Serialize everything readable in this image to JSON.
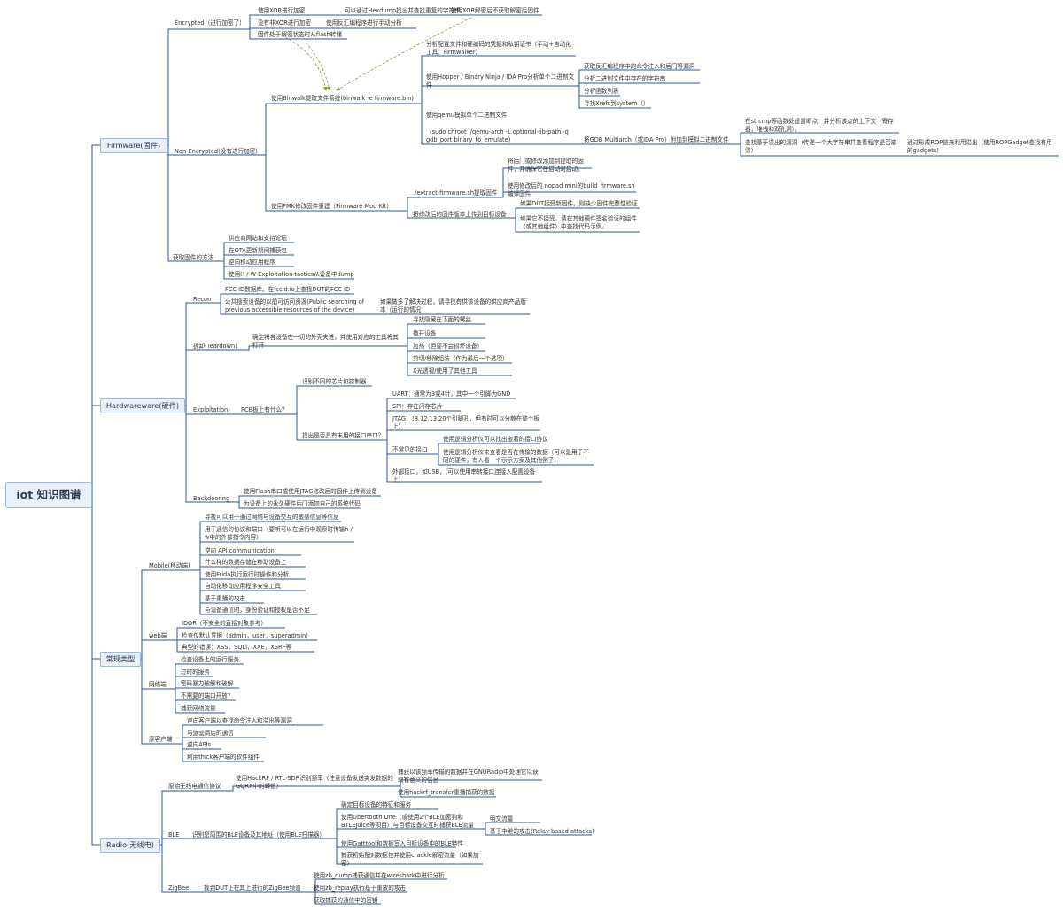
{
  "root": {
    "label": "iot  知识图谱"
  },
  "main_topics": {
    "firmware": "Firmware(固件)",
    "hardware": "Hardwareware(硬件)",
    "common": "常规类型",
    "radio": "Radio(无线电)"
  },
  "firmware": {
    "encrypted": "Encrypted（进行加密了）",
    "enc_xor": "使用XOR进行加密",
    "enc_xor_hexdump": "可以通过Hexdump找出并查找重复的字符串",
    "enc_xor_known": "使用XOR解密后不获取解密后固件",
    "enc_asym": "没有非XOR进行加密",
    "enc_asym_ida": "使用反汇编程序进行手动分析",
    "enc_flash": "固件处于解密状态时从flash转储",
    "non_encrypted": "Non-Encrypted(没有进行加密)",
    "binwalk": "使用Binwalk提取文件系统(binwalk -e firmware.bin)",
    "bw_config": "分析配置文件和硬编码的凭据和私钥证书（手动+自动化工具：Firmwalker）",
    "bw_hopper": "使用Hopper / Binary Ninja / IDA Pro分析单个二进制文件",
    "bw_hopper_1": "获取反汇编程序中的命令注入和后门等漏洞",
    "bw_hopper_2": "分析二进制文件中存在的字符串",
    "bw_hopper_3": "分析函数列表",
    "bw_hopper_4": "寻找Xrefs到system（）",
    "bw_qemu": "使用qemu模拟单个二进制文件",
    "bw_qemu_cmd": "（sudo chroot ./qemu-arch -L optional-lib-path -g gdb_port binary_to_emulate)",
    "bw_gdb": "将GDB Multiarch（或IDA Pro）附加到模拟二进制文件",
    "bw_gdb_1": "在strcmp等函数处设置断点，并分析该点的上下文（寄存器，堆栈和双孔洞）。",
    "bw_gdb_2": "查找基于溢出的漏洞（传递一个大字符串并查看程序是否崩溃）",
    "bw_gdb_rop": "通过形成ROP链来利用溢出（使用ROPGadget查找有用的gadgets）",
    "fmk": "使用FMK修改固件重建（Firmware Mod Kit）",
    "fmk_extract": "./extract-firmware.sh提取固件",
    "fmk_extract_1": "将后门或修改添加到提取的固件，并确保它在启动时启动。",
    "fmk_extract_2": "使用修改后的 nopad  mini的build_firmware.sh编译固件",
    "fmk_flash": "将修改后的固件版本上传到目标设备",
    "fmk_flash_1": "如果DUT接受新固件，则缺少固件完整性验证",
    "fmk_flash_2": "如果它不接受，请在其他硬件签名验证的组件（或其他组件）中查找代码示例。",
    "obtain": "获取固件的方法",
    "obtain_1": "供应商网站和支持论坛",
    "obtain_2": "在OTA更新期间捕获包",
    "obtain_3": "逆向移动应用程序",
    "obtain_4": "使用H / W Exploitation tactics从设备中dump"
  },
  "hardware": {
    "recon": "Recon",
    "recon_1": "FCC ID数据库。在fccid.io上查找DUT的FCC ID",
    "recon_2": "公共搜索设备的以前可访问资源(Public searching of previous accessible resources of the device)",
    "recon_2_note": "如果做多了解决过程，请寻找有供该设备的供应商产品版本（运行的情况",
    "teardown": "拆卸(Teardown)",
    "teardown_note": "确定将各设备在一切的外壳夹进，并使用对应的工具将其打开",
    "td_1": "寻找隐藏在下面的螺丝",
    "td_2": "撬开设备",
    "td_3": "加热（但要不会损坏设备）",
    "td_4": "剪切/移除组装（作为最后一个选项）",
    "td_5": "X光透视/使用了其他工具",
    "exploitation": "Exploitation",
    "pcb": "PCB板上有什么？",
    "pcb_1": "识别不同的芯片和控制器",
    "pcb_2": "找出是否具有未用的接口串口？",
    "uart": "UART：通常为3或4针，其中一个引脚为GND",
    "spi": "SPI：存在闪存芯片",
    "jtag": "JTAG：（8,12,13,20个引脚孔，但有时可以分散在整个板上）",
    "unknown": "不常见的接口",
    "unknown_1": "使用逻辑分析仪可以找出嵌着的接口协议",
    "unknown_2": "使用逻辑分析仪来查看是否在传输的数据（可以是用于不同的硬件，有人看一个示示方案及其他例子）",
    "external": "外部接口，如USB，(可以使用串转接口连接入配置设备上)",
    "backdoor": "Backdooring",
    "backdoor_1": "使用Flash串口或使用JTAG修改后的固件上传到设备",
    "backdoor_2": "为设备上的永久硬件后门添加自己的系统代码"
  },
  "common": {
    "mobile": "Mobile(移动端)",
    "m_1": "寻找可以用于通过网络与设备交互的敏感信息等信息",
    "m_2": "用于通信的协议和端口（要听可以在运行中观察时传输h / w中的外部指令内容）",
    "m_3": "逆向 API communication",
    "m_4": "什么样的数据存储在移动设备上",
    "m_5": "使用Frida执行运行时操作和分析",
    "m_6": "自动化移动应用程序安全工具",
    "m_7": "基于重播的攻击",
    "m_8": "与设备通信时，身份验证和授权是否不足",
    "web": "web端",
    "w_1": "IDOR（不安全的直接对象参考）",
    "w_2": "检查仅默认凭据（admin，user，superadmin）",
    "w_3": "典型的错误：XSS，SQLi，XXE，XSRF等",
    "net": "网络端",
    "n_1": "检查设备上的运行服务",
    "n_2": "过时的服务",
    "n_3": "密码暴力破解和破解",
    "n_4": "不需要的端口开放?",
    "n_5": "捕获网络流量",
    "thick": "厚客户端",
    "t_1": "逆向客户端以查找命令注入和溢出等漏洞",
    "t_2": "与运营商后的通信",
    "t_3": "逆向APIs",
    "t_4": "利用thick客户端的软件组件"
  },
  "radio": {
    "sdr": "原始无线电通信协议",
    "sdr_1": "使用HackRF / RTL-SDR识别频率（注意设备发送突发数据的GQRX中的峰值）",
    "sdr_2": "捕获以该频率传输的数据并在GNURadio中处理它以获取有意义的信息",
    "sdr_3": "使用hackrf_transfer重播捕获的数据",
    "ble": "BLE",
    "ble_main": "识别您周围的BLE设备及其地址（使用BLE扫描器）",
    "ble_1": "确定目标设备的特征和服务",
    "ble_2": "使用Ubertooth One（或使用2个BLE加密狗和BTLEJuice等项目）与目标设备交互时捕获BLE流量",
    "ble_2a": "明文流量",
    "ble_2b": "基于中继的攻击(Relay based attacks)",
    "ble_3": "使用Gatttool和数据写入目标设备中的BLE特性",
    "ble_4": "捕获初始配对数据包并使用crackle解密流量（如果加密）",
    "zigbee": "ZigBee",
    "zb_main": "找到DUT正在其上进行的ZigBee频道",
    "zb_1": "使用zb_dump捕获通信并在wireshark中进行分析",
    "zb_2": "使用zb_replay执行基于重放的攻击",
    "zb_3": "获取捕获的通信中的密钥"
  },
  "colors": {
    "line": "#2f5597",
    "topic_fill": "#e9f0fa",
    "topic_border": "#9fb7d6",
    "arrow": "#7a9a3a"
  }
}
